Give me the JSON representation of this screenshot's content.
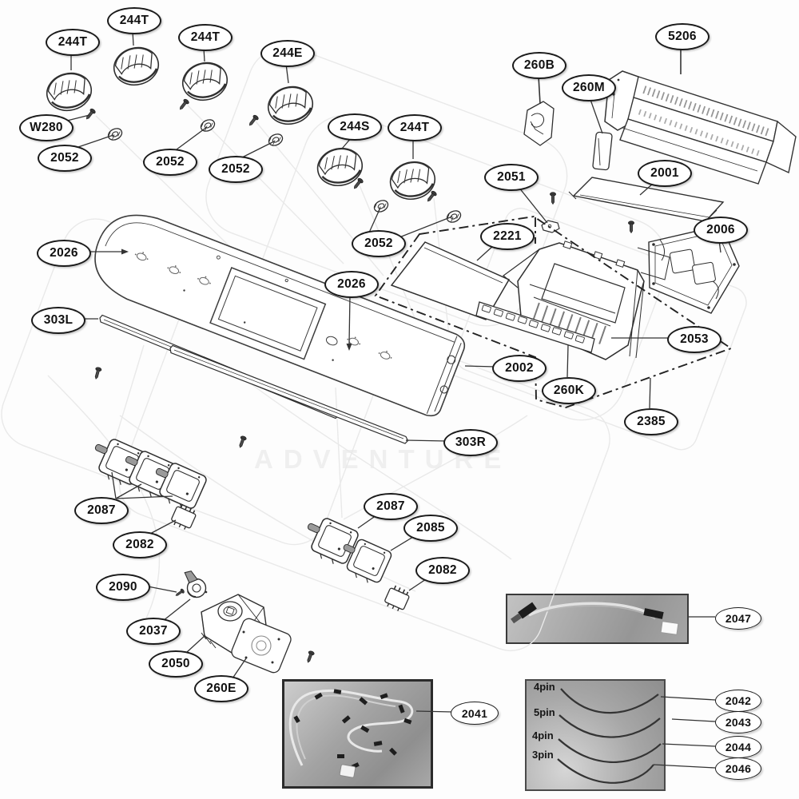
{
  "title": "Range control panel exploded parts diagram",
  "watermark": "ADVENTURE",
  "colors": {
    "line": "#2f2f2f",
    "label_border": "#1b1b1b",
    "label_bg": "#ffffff",
    "photo_bg": "#a3a3a3",
    "ghost": "#e8e8e8",
    "dashdot": "#222222"
  },
  "labels": [
    {
      "text": "244T"
    },
    {
      "text": "244T"
    },
    {
      "text": "244T"
    },
    {
      "text": "244E"
    },
    {
      "text": "244S"
    },
    {
      "text": "244T"
    },
    {
      "text": "W280"
    },
    {
      "text": "2052"
    },
    {
      "text": "2052"
    },
    {
      "text": "2052"
    },
    {
      "text": "2052"
    },
    {
      "text": "5206"
    },
    {
      "text": "260B"
    },
    {
      "text": "260M"
    },
    {
      "text": "2051"
    },
    {
      "text": "2001"
    },
    {
      "text": "2006"
    },
    {
      "text": "2221"
    },
    {
      "text": "2026"
    },
    {
      "text": "2026"
    },
    {
      "text": "303L"
    },
    {
      "text": "2002"
    },
    {
      "text": "2053"
    },
    {
      "text": "260K"
    },
    {
      "text": "2385"
    },
    {
      "text": "303R"
    },
    {
      "text": "2087"
    },
    {
      "text": "2082"
    },
    {
      "text": "2087"
    },
    {
      "text": "2085"
    },
    {
      "text": "2082"
    },
    {
      "text": "2090"
    },
    {
      "text": "2037"
    },
    {
      "text": "2050"
    },
    {
      "text": "260E"
    },
    {
      "text": "2041"
    },
    {
      "text": "2047"
    },
    {
      "text": "2042"
    },
    {
      "text": "2043"
    },
    {
      "text": "2044"
    },
    {
      "text": "2046"
    }
  ],
  "pins": [
    {
      "text": "4pin"
    },
    {
      "text": "5pin"
    },
    {
      "text": "4pin"
    },
    {
      "text": "3pin"
    }
  ]
}
